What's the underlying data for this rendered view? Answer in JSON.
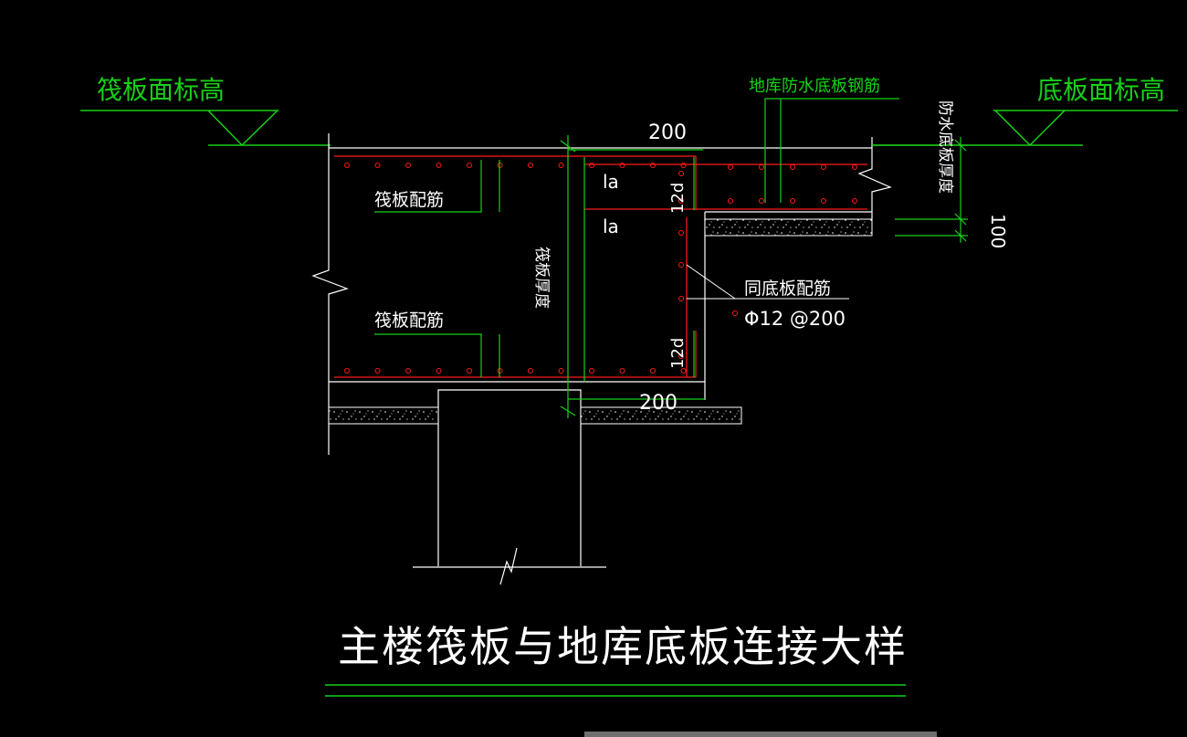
{
  "drawing": {
    "title": "主楼筏板与地库底板连接大样",
    "labels": {
      "raft_top_elevation": "筏板面标高",
      "slab_top_elevation": "底板面标高",
      "basement_rebar": "地库防水底板钢筋",
      "waterproof_thickness": "防水底板厚度",
      "raft_reinforcement_top": "筏板配筋",
      "raft_reinforcement_bottom": "筏板配筋",
      "raft_thickness": "筏板厚度",
      "same_as_slab": "同底板配筋",
      "rebar_spec": "Φ12 @200"
    },
    "dimensions": {
      "top_200": "200",
      "bottom_200": "200",
      "dim_100": "100",
      "la_upper": "la",
      "la_lower": "la",
      "d12_upper": "12d",
      "d12_lower": "12d"
    },
    "colors": {
      "background": "#000000",
      "concrete_outline": "#ffffff",
      "rebar": "#ff1a1a",
      "annotation": "#18d018",
      "white_text": "#ffffff"
    }
  }
}
